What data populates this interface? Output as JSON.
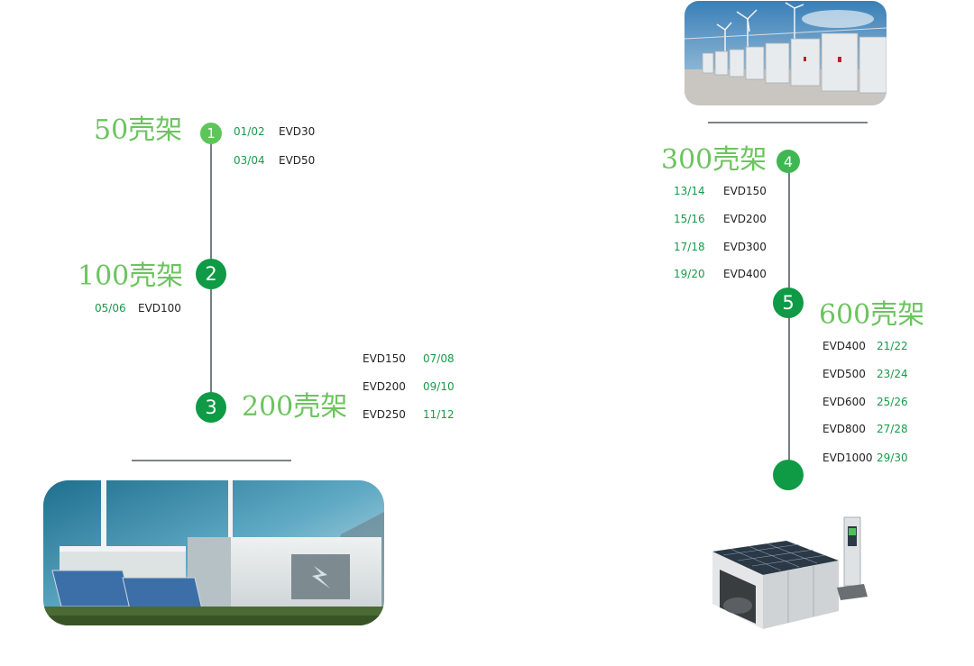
{
  "colors": {
    "green_light": "#5ec55c",
    "green_dark": "#0f9a45",
    "title_green": "#6cc45f",
    "line_gray": "#7a7f86"
  },
  "groups": [
    {
      "step": "1",
      "title": "50壳架",
      "rows": [
        {
          "code": "01/02",
          "model": "EVD30"
        },
        {
          "code": "03/04",
          "model": "EVD50"
        }
      ]
    },
    {
      "step": "2",
      "title": "100壳架",
      "rows": [
        {
          "code": "05/06",
          "model": "EVD100"
        }
      ]
    },
    {
      "step": "3",
      "title": "200壳架",
      "rows": [
        {
          "model": "EVD150",
          "code": "07/08"
        },
        {
          "model": "EVD200",
          "code": "09/10"
        },
        {
          "model": "EVD250",
          "code": "11/12"
        }
      ]
    },
    {
      "step": "4",
      "title": "300壳架",
      "rows": [
        {
          "code": "13/14",
          "model": "EVD150"
        },
        {
          "code": "15/16",
          "model": "EVD200"
        },
        {
          "code": "17/18",
          "model": "EVD300"
        },
        {
          "code": "19/20",
          "model": "EVD400"
        }
      ]
    },
    {
      "step": "5",
      "title": "600壳架",
      "rows": [
        {
          "model": "EVD400",
          "code": "21/22"
        },
        {
          "model": "EVD500",
          "code": "23/24"
        },
        {
          "model": "EVD600",
          "code": "25/26"
        },
        {
          "model": "EVD800",
          "code": "27/28"
        },
        {
          "model": "EVD1000",
          "code": "29/30"
        }
      ]
    }
  ],
  "images": [
    {
      "name": "wind-farm-storage-photo"
    },
    {
      "name": "container-storage-solar-photo"
    },
    {
      "name": "solar-roof-charging-unit-photo"
    }
  ]
}
